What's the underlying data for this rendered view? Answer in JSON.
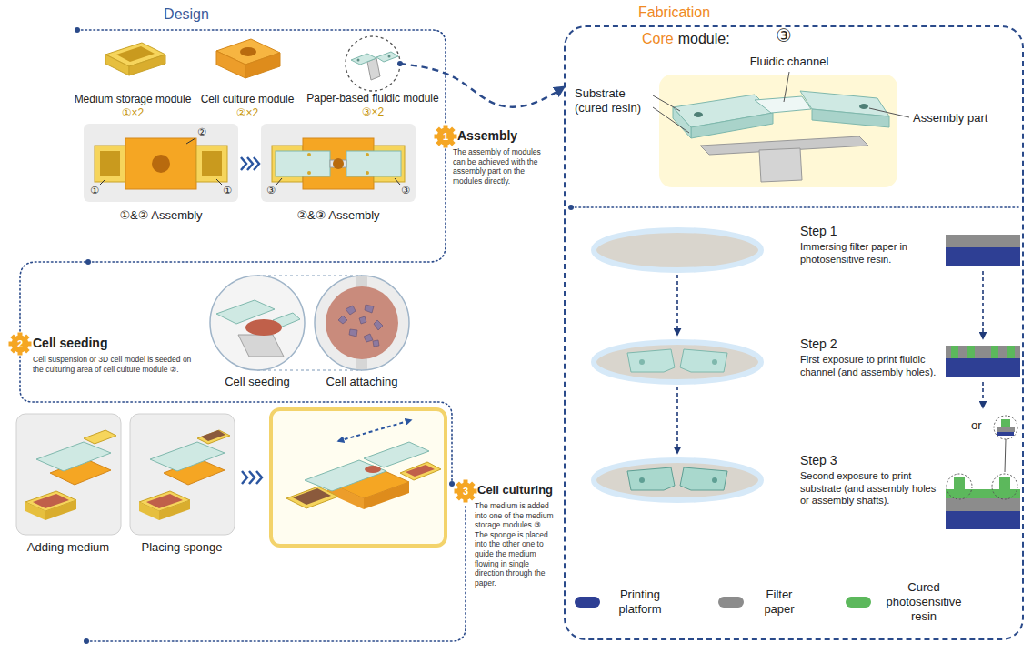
{
  "diagram": {
    "nodes": [
      {
        "text": [
          "Paper-based fluidic module",
          "③×2"
        ]
      },
      {
        "text": [
          "Fabrication"
        ]
      }
    ],
    "edges": [
      {
        "from": 0,
        "to": 1,
        "arrow": "to"
      }
    ],
    "labels": [
      "Design",
      "Medium storage module",
      "①×2",
      "Cell culture module",
      "②×2",
      "②",
      "①",
      "①",
      "③",
      "③",
      "①&② Assembly",
      "②&③ Assembly",
      "1",
      "Assembly",
      "The assembly of modules can be achieved with the assembly part on the modules directly.",
      "2",
      "Cell seeding",
      "Cell suspension or 3D cell model is seeded on the culturing area of cell culture module ②.",
      "Cell seeding",
      "Cell attaching",
      "Adding medium",
      "Placing sponge",
      "3",
      "Cell culturing",
      "The medium is added into one of the medium storage modules ③. The sponge is placed into the other one to guide the medium flowing in single direction through the paper.",
      "Core",
      "module:",
      "③",
      "Fluidic channel",
      "Substrate (cured resin)",
      "Assembly part",
      "Step 1",
      "Immersing filter paper in photosensitive resin.",
      "Step 2",
      "First exposure to print fluidic channel (and assembly holes).",
      "Step 3",
      "Second exposure to print substrate (and assembly holes or assembly shafts).",
      "or"
    ],
    "legend": [
      {
        "text": "Printing platform",
        "color": "#2e3f94"
      },
      {
        "text": "Filter paper",
        "color": "#8c8c8c"
      },
      {
        "text": "Cured photosensitive resin",
        "color": "#5cb85c"
      }
    ]
  }
}
